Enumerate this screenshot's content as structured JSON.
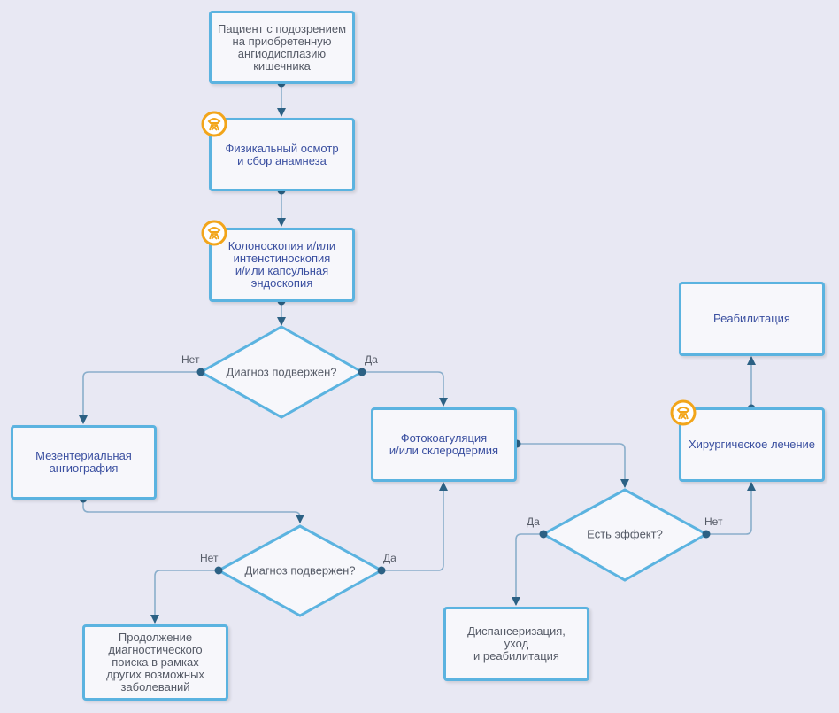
{
  "nodes": {
    "start": "Пациент с подозрением\nна приобретенную\nангиодисплазию\nкишечника",
    "exam": "Физикальный осмотр\nи сбор анамнеза",
    "endoscopy": "Колоноскопия и/или\nинтенстиноскопия\nи/или капсульная\nэндоскопия",
    "diag1": "Диагноз подвержен?",
    "angiography": "Мезентериальная\nангиография",
    "diag2": "Диагноз подвержен?",
    "continue": "Продолжение\nдиагностического\nпоиска в рамках\nдругих возможных\nзаболеваний",
    "photocoag": "Фотокоагуляция\nи/или склеродермия",
    "effect": "Есть эффект?",
    "dispensary": "Диспансеризация,\nуход\nи реабилитация",
    "surgery": "Хирургическое лечение",
    "rehab": "Реабилитация"
  },
  "edge_labels": {
    "diag1_no": "Нет",
    "diag1_yes": "Да",
    "diag2_no": "Нет",
    "diag2_yes": "Да",
    "effect_yes": "Да",
    "effect_no": "Нет"
  },
  "colors": {
    "border": "#5bb3e0",
    "line": "#8aaecb",
    "arrow": "#2c6184",
    "badge": "#f2a51a"
  },
  "icons": [
    "doctor-badge-icon"
  ]
}
